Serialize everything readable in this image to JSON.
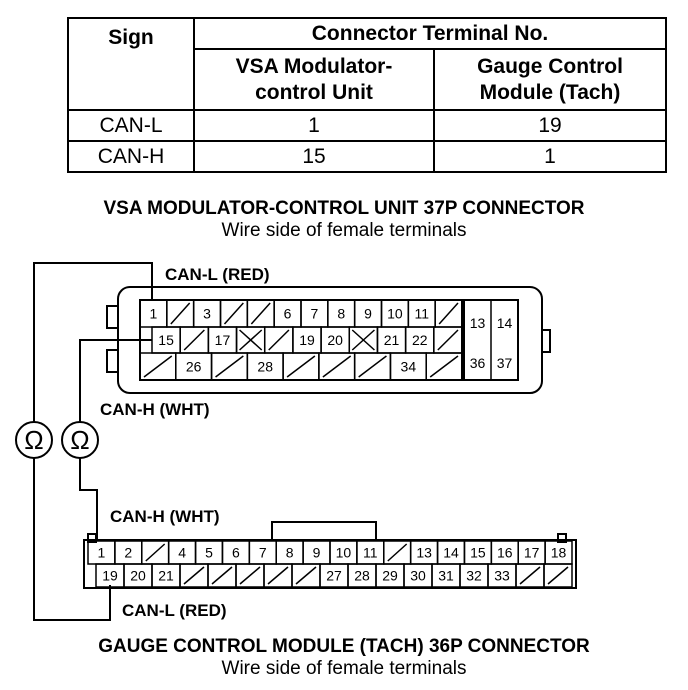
{
  "table": {
    "header_sign": "Sign",
    "header_group": "Connector Terminal No.",
    "header_col1": "VSA Modulator-control Unit",
    "header_col1_line1": "VSA Modulator-",
    "header_col1_line2": "control Unit",
    "header_col2_line1": "Gauge Control",
    "header_col2_line2": "Module (Tach)",
    "rows": [
      {
        "sign": "CAN-L",
        "vsa": "1",
        "gauge": "19"
      },
      {
        "sign": "CAN-H",
        "vsa": "15",
        "gauge": "1"
      }
    ]
  },
  "vsa_connector": {
    "title": "VSA MODULATOR-CONTROL UNIT 37P CONNECTOR",
    "subtitle": "Wire side of female terminals",
    "label_can_l": "CAN-L (RED)",
    "label_can_h": "CAN-H (WHT)",
    "row1": [
      "1",
      "/",
      "3",
      "/",
      "/",
      "6",
      "7",
      "8",
      "9",
      "10",
      "11",
      "/"
    ],
    "row2": [
      "15",
      "/",
      "17",
      "X",
      "/",
      "19",
      "20",
      "X",
      "21",
      "22",
      "/"
    ],
    "row3": [
      "/",
      "26",
      "/",
      "28",
      "/",
      "/",
      "/",
      "34",
      "/"
    ],
    "right_block": [
      "13",
      "14",
      "36",
      "37"
    ]
  },
  "gauge_connector": {
    "title": "GAUGE CONTROL MODULE (TACH) 36P CONNECTOR",
    "subtitle": "Wire side of female terminals",
    "label_can_h": "CAN-H (WHT)",
    "label_can_l": "CAN-L (RED)",
    "row1": [
      "1",
      "2",
      "/",
      "4",
      "5",
      "6",
      "7",
      "8",
      "9",
      "10",
      "11",
      "/",
      "13",
      "14",
      "15",
      "16",
      "17",
      "18"
    ],
    "row2": [
      "19",
      "20",
      "21",
      "/",
      "/",
      "/",
      "/",
      "/",
      "27",
      "28",
      "29",
      "30",
      "31",
      "32",
      "33",
      "/",
      "/"
    ]
  },
  "meters": {
    "symbol": "Ω"
  }
}
